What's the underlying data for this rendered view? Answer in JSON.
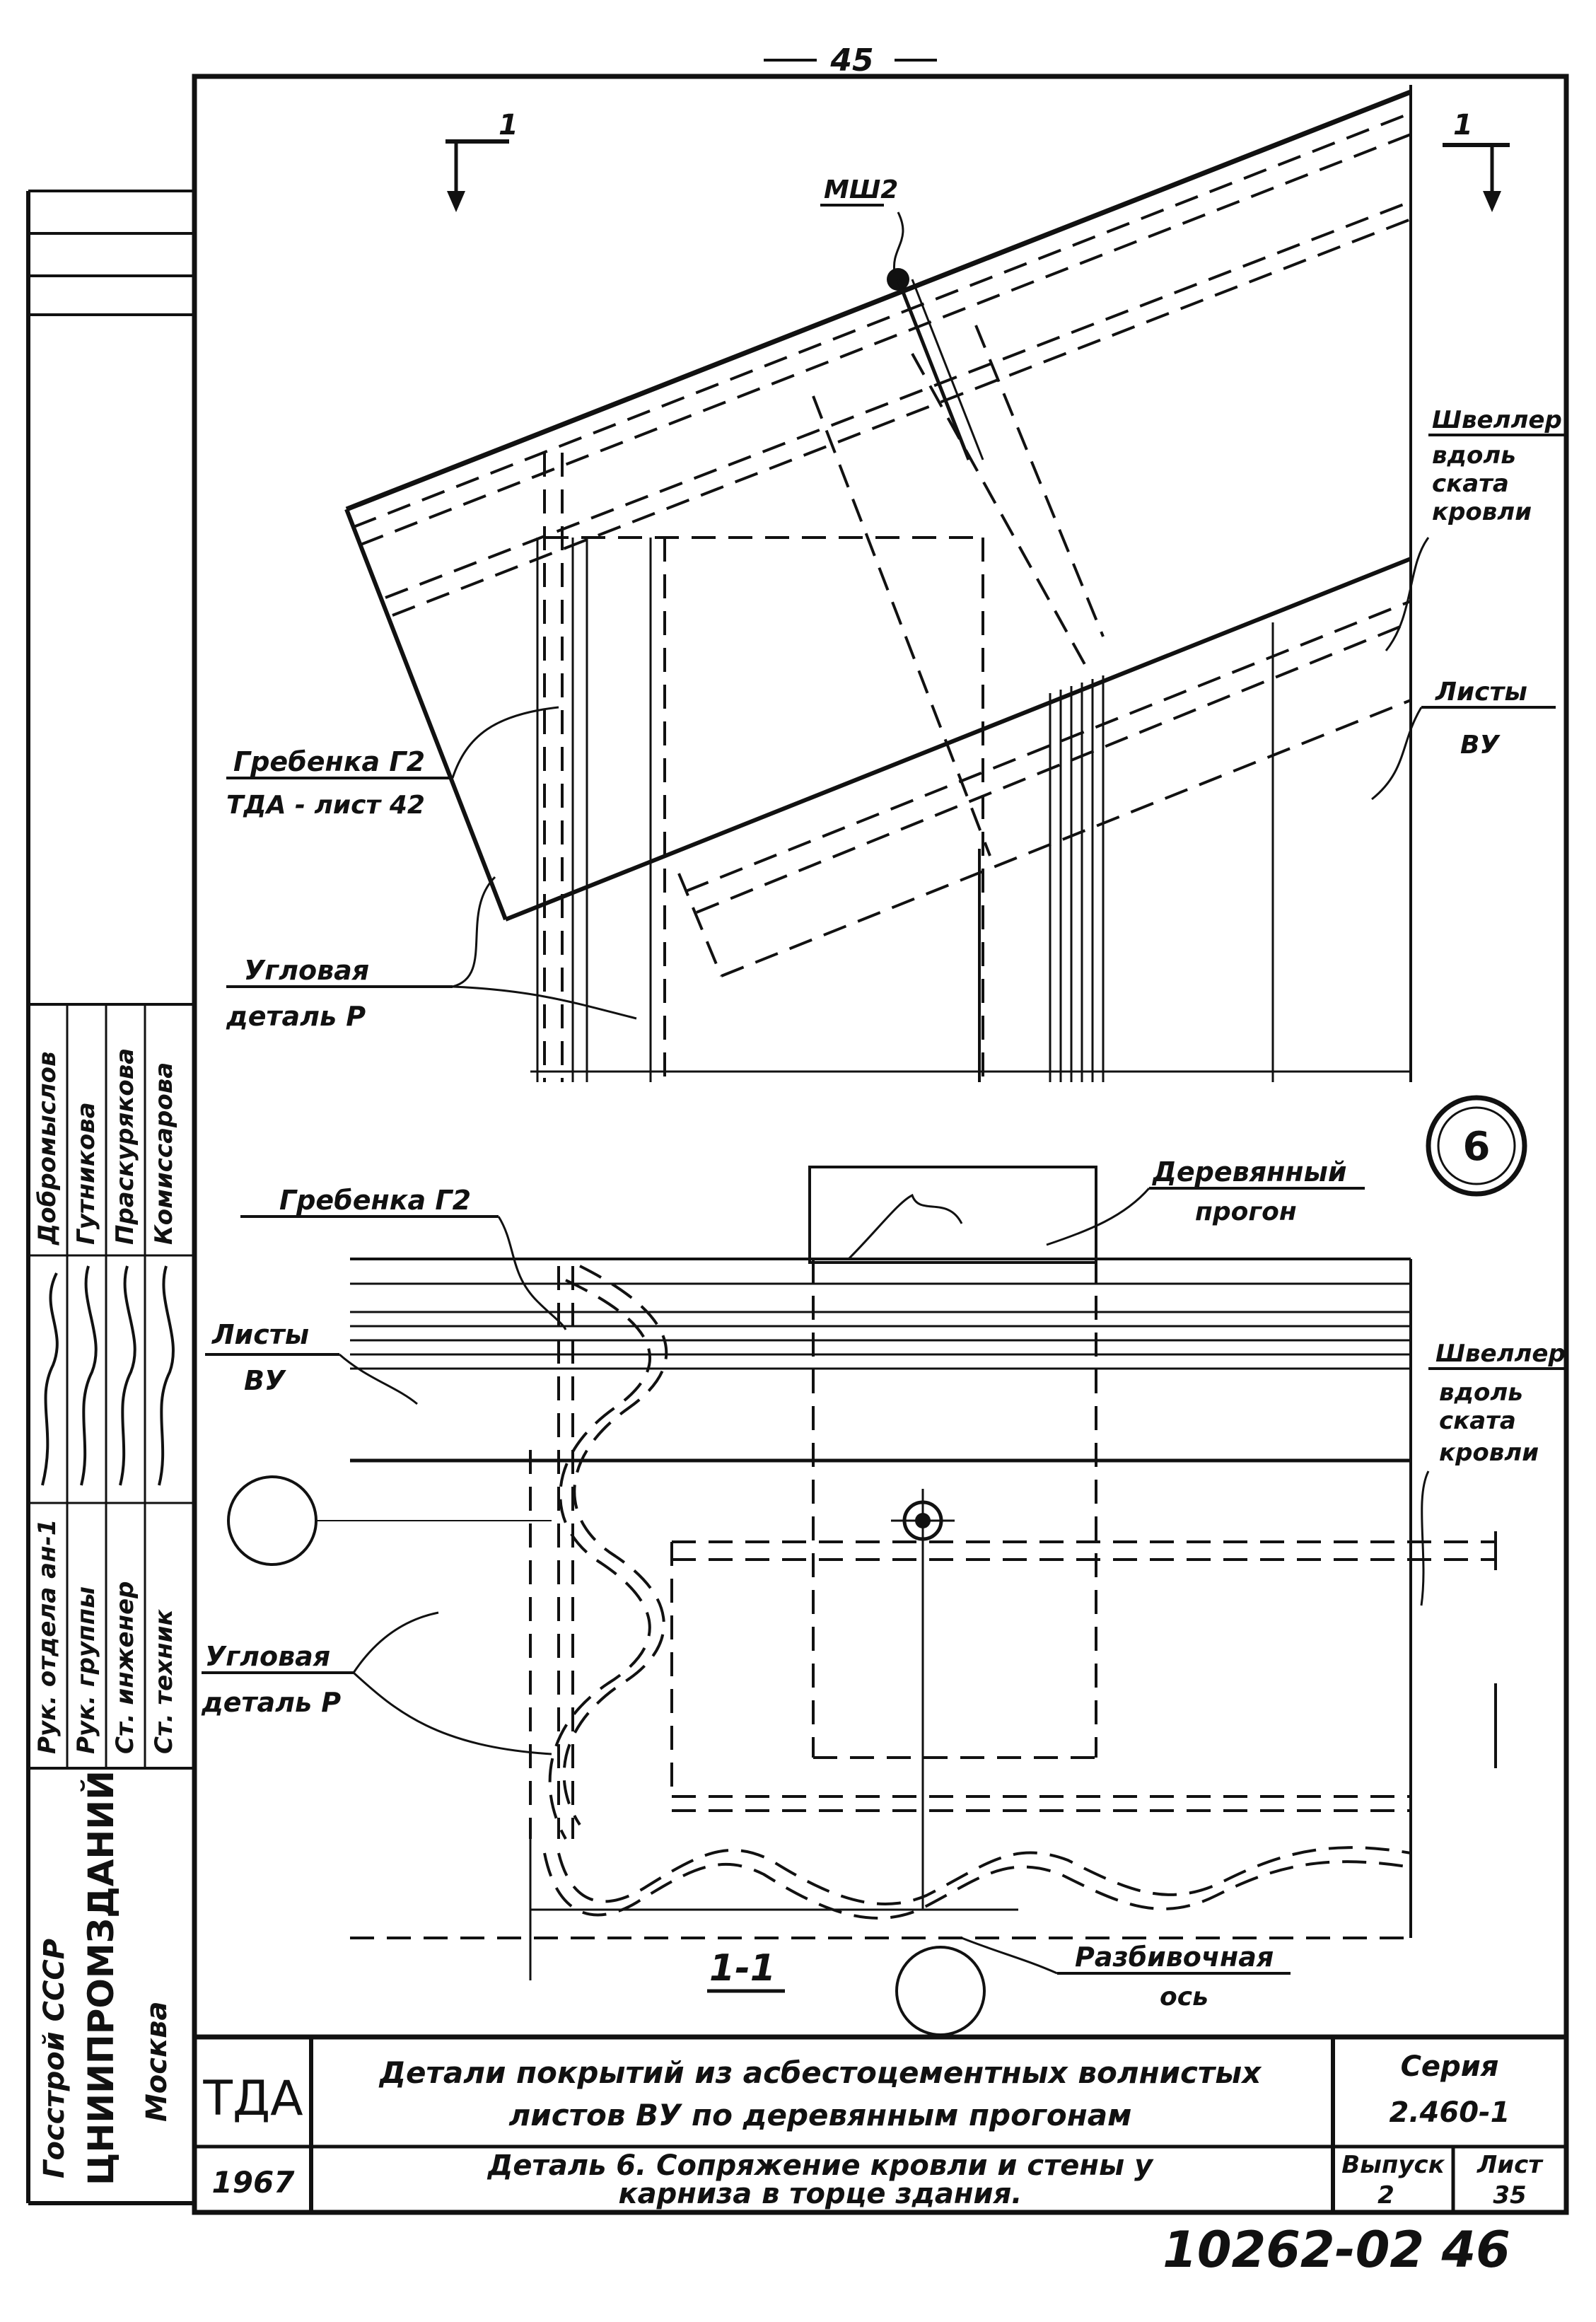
{
  "page_number": "45",
  "sheet_code": "10262-02 46",
  "section_marks": {
    "left": "1",
    "right": "1"
  },
  "detail_number": "6",
  "section_title": "1-1",
  "callouts": {
    "msh2": "МШ2",
    "channel_top": [
      "Швеллер",
      "вдоль",
      "ската",
      "кровли"
    ],
    "sheets_top": [
      "Листы",
      "ВУ"
    ],
    "comb_top": [
      "Гребенка Г2",
      "ТДА - лист 42"
    ],
    "corner_top": [
      "Угловая",
      "деталь Р"
    ],
    "comb_bottom": "Гребенка Г2",
    "timber_purlin": [
      "Деревянный",
      "прогон"
    ],
    "sheets_bottom": [
      "Листы",
      "ВУ"
    ],
    "channel_bottom": [
      "Швеллер",
      "вдоль",
      "ската",
      "кровли"
    ],
    "corner_bottom": [
      "Угловая",
      "деталь Р"
    ],
    "axis": [
      "Разбивочная",
      "ось"
    ]
  },
  "side_stamp": {
    "roles": [
      "Рук. отдела ан-1",
      "Рук. группы",
      "Ст. инженер",
      "Ст. техник"
    ],
    "names": [
      "Добромыслов",
      "Гутникова",
      "Праскурякова",
      "Комиссарова"
    ],
    "org_1": "Госстрой СССР",
    "org_2": "ЦНИИПРОМЗДАНИЙ",
    "org_3": "Москва"
  },
  "title_block": {
    "logo": "ТДА",
    "year": "1967",
    "title_line1": "Детали покрытий из асбестоцементных волнистых",
    "title_line2": "листов ВУ по деревянным прогонам",
    "subtitle_line1": "Деталь 6.  Сопряжение кровли и стены у",
    "subtitle_line2": "карниза  в торце здания.",
    "series_label": "Серия",
    "series_value": "2.460-1",
    "issue_label": "Выпуск",
    "issue_value": "2",
    "sheet_label": "Лист",
    "sheet_value": "35"
  }
}
